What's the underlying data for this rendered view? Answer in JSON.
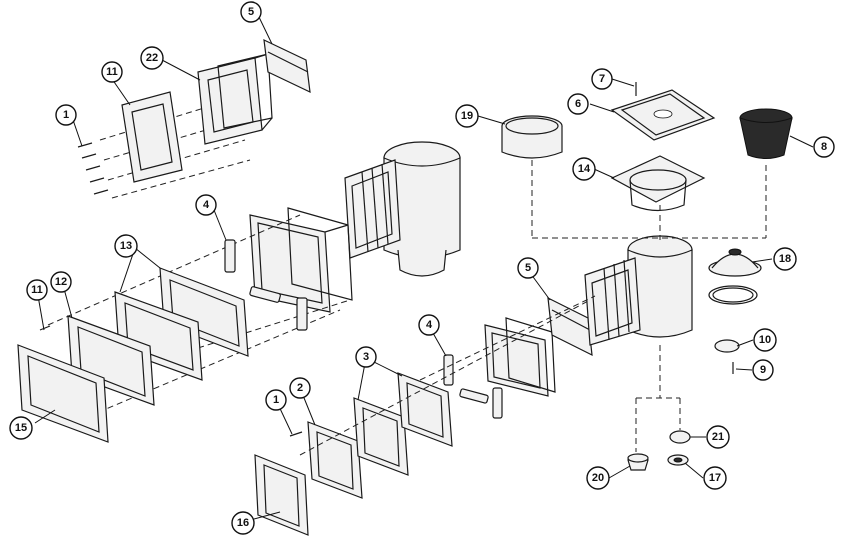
{
  "callouts": [
    {
      "id": "1",
      "label": "1"
    },
    {
      "id": "1b",
      "label": "1"
    },
    {
      "id": "2",
      "label": "2"
    },
    {
      "id": "3",
      "label": "3"
    },
    {
      "id": "4",
      "label": "4"
    },
    {
      "id": "4b",
      "label": "4"
    },
    {
      "id": "5",
      "label": "5"
    },
    {
      "id": "5b",
      "label": "5"
    },
    {
      "id": "6",
      "label": "6"
    },
    {
      "id": "7",
      "label": "7"
    },
    {
      "id": "8",
      "label": "8"
    },
    {
      "id": "9",
      "label": "9"
    },
    {
      "id": "10",
      "label": "10"
    },
    {
      "id": "11",
      "label": "11"
    },
    {
      "id": "11b",
      "label": "11"
    },
    {
      "id": "12",
      "label": "12"
    },
    {
      "id": "13",
      "label": "13"
    },
    {
      "id": "14",
      "label": "14"
    },
    {
      "id": "15",
      "label": "15"
    },
    {
      "id": "16",
      "label": "16"
    },
    {
      "id": "17",
      "label": "17"
    },
    {
      "id": "18",
      "label": "18"
    },
    {
      "id": "19",
      "label": "19"
    },
    {
      "id": "20",
      "label": "20"
    },
    {
      "id": "21",
      "label": "21"
    },
    {
      "id": "22",
      "label": "22"
    }
  ]
}
